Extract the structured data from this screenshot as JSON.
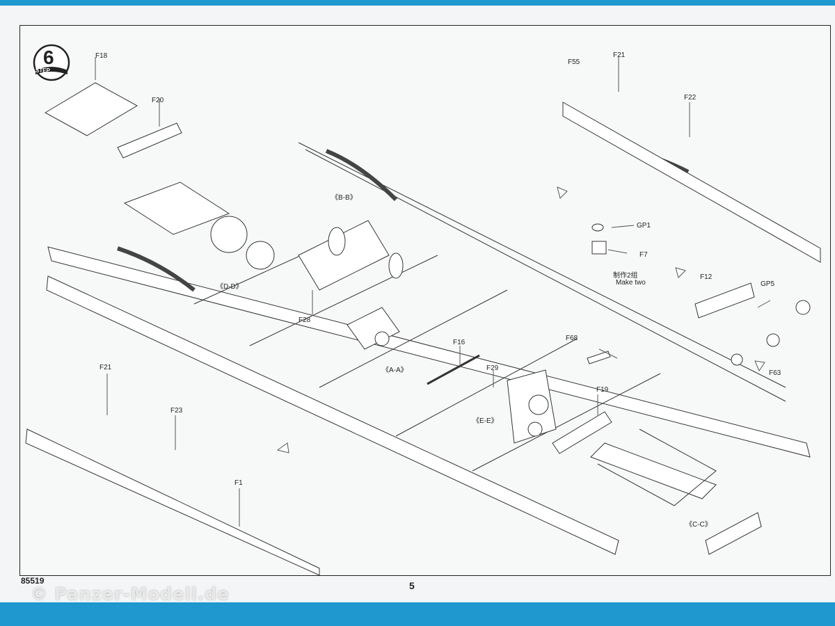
{
  "step": {
    "number": "6",
    "word": "STEP"
  },
  "parts": {
    "f18": "F18",
    "f20": "F20",
    "f21_top": "F21",
    "f55": "F55",
    "f22": "F22",
    "gp1": "GP1",
    "f7": "F7",
    "make_two_cn": "制作2组",
    "make_two_en": "Make two",
    "bb": "《B-B》",
    "dd": "《D-D》",
    "f28": "F28",
    "f12": "F12",
    "gp5": "GP5",
    "f63": "F63",
    "f16": "F16",
    "f68": "F68",
    "aa": "《A-A》",
    "f29": "F29",
    "ee": "《E-E》",
    "f19": "F19",
    "f21_bottom": "F21",
    "f23": "F23",
    "f1": "F1",
    "cc": "《C-C》"
  },
  "footer": {
    "code": "85519",
    "page": "5"
  },
  "watermark": "© Panzer-Modell.de"
}
